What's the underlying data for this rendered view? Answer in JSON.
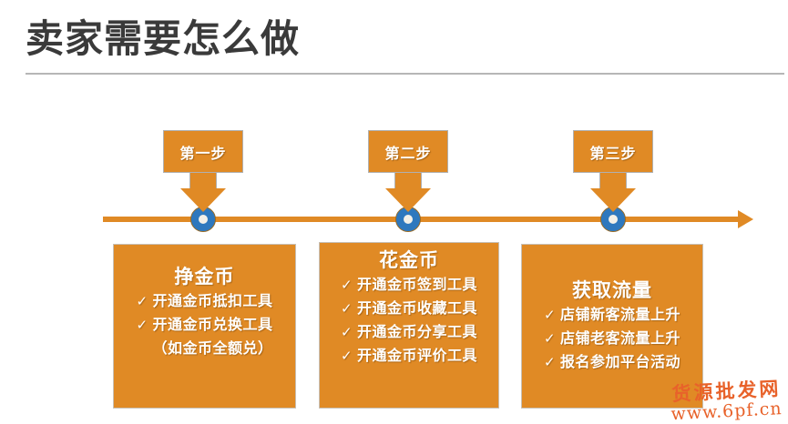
{
  "slide": {
    "title": "卖家需要怎么做",
    "background_color": "#ffffff",
    "accent_color": "#E08A25",
    "marker_color": "#2E78BE",
    "title_color": "#3a3a3a"
  },
  "timeline": {
    "arrow_direction": "right",
    "markers": [
      {
        "name": "step-1-marker"
      },
      {
        "name": "step-2-marker"
      },
      {
        "name": "step-3-marker"
      }
    ]
  },
  "steps": [
    {
      "label": "第一步"
    },
    {
      "label": "第二步"
    },
    {
      "label": "第三步"
    }
  ],
  "cards": [
    {
      "heading": "挣金币",
      "items": [
        {
          "tick": "✓",
          "text": "开通金币抵扣工具"
        },
        {
          "tick": "✓",
          "text": "开通金币兑换工具"
        },
        {
          "tick": "",
          "text": "（如金币全额兑）"
        }
      ]
    },
    {
      "heading": "花金币",
      "items": [
        {
          "tick": "✓",
          "text": "开通金币签到工具"
        },
        {
          "tick": "✓",
          "text": "开通金币收藏工具"
        },
        {
          "tick": "✓",
          "text": "开通金币分享工具"
        },
        {
          "tick": "✓",
          "text": "开通金币评价工具"
        }
      ]
    },
    {
      "heading": "获取流量",
      "items": [
        {
          "tick": "✓",
          "text": "店铺新客流量上升"
        },
        {
          "tick": "✓",
          "text": "店铺老客流量上升"
        },
        {
          "tick": "✓",
          "text": "报名参加平台活动"
        }
      ]
    }
  ],
  "watermark": {
    "name": "货源批发网",
    "url": "www.6pf.cn",
    "color": "#E8622A"
  }
}
